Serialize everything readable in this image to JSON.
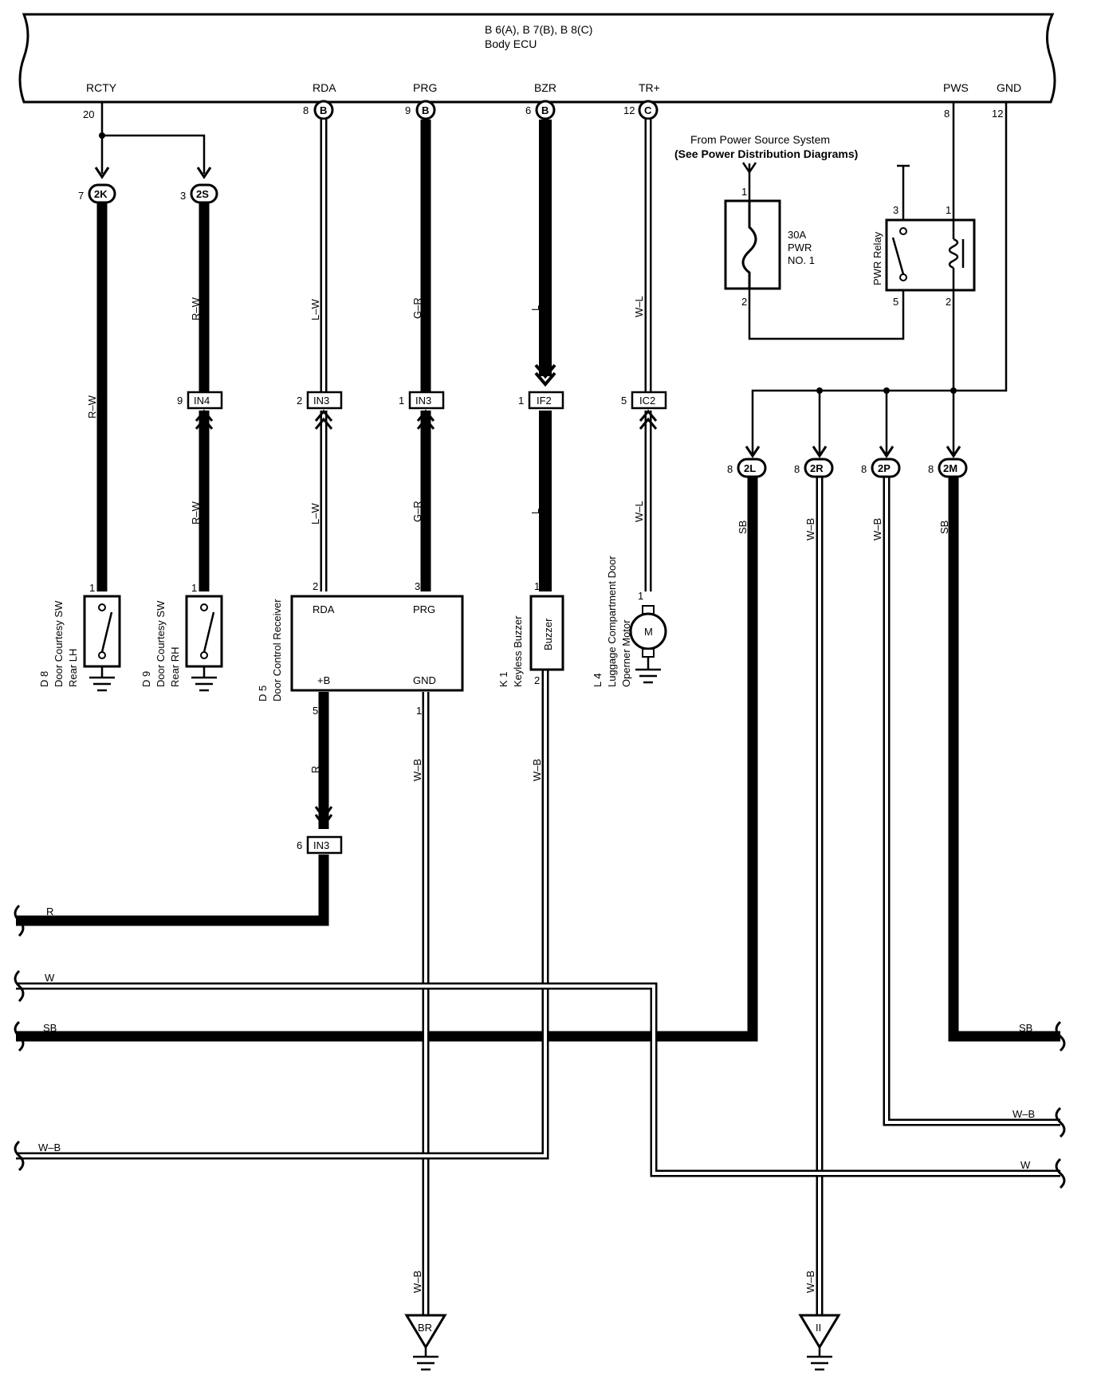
{
  "ecu": {
    "title_line1": "B 6(A), B 7(B), B 8(C)",
    "title_line2": "Body ECU",
    "pins": [
      {
        "name": "RCTY",
        "num": "20",
        "letter": ""
      },
      {
        "name": "RDA",
        "num": "8",
        "letter": "B"
      },
      {
        "name": "PRG",
        "num": "9",
        "letter": "B"
      },
      {
        "name": "BZR",
        "num": "6",
        "letter": "B"
      },
      {
        "name": "TR+",
        "num": "12",
        "letter": "C"
      },
      {
        "name": "PWS",
        "num": "8",
        "letter": ""
      },
      {
        "name": "GND",
        "num": "12",
        "letter": ""
      }
    ]
  },
  "power_note": {
    "line1": "From Power Source System",
    "line2": "(See Power Distribution Diagrams)"
  },
  "fuse": {
    "line1": "30A",
    "line2": "PWR",
    "line3": "NO. 1",
    "pin_top": "1",
    "pin_bottom": "2"
  },
  "relay": {
    "label": "PWR Relay",
    "p3": "3",
    "p1": "1",
    "p5": "5",
    "p2": "2"
  },
  "connectors": {
    "c2K": {
      "id": "2K",
      "pin": "7"
    },
    "c2S": {
      "id": "2S",
      "pin": "3"
    },
    "cIN4": {
      "id": "IN4",
      "pin": "9"
    },
    "cIN3a": {
      "id": "IN3",
      "pin": "2"
    },
    "cIN3b": {
      "id": "IN3",
      "pin": "1"
    },
    "cIF2": {
      "id": "IF2",
      "pin": "1"
    },
    "cIC2": {
      "id": "IC2",
      "pin": "5"
    },
    "cIN3c": {
      "id": "IN3",
      "pin": "6"
    },
    "c2L": {
      "id": "2L",
      "pin": "8"
    },
    "c2R": {
      "id": "2R",
      "pin": "8"
    },
    "c2P": {
      "id": "2P",
      "pin": "8"
    },
    "c2M": {
      "id": "2M",
      "pin": "8"
    }
  },
  "wires": {
    "rw1": "R–W",
    "rw2": "R–W",
    "rw3": "R–W",
    "lw1": "L–W",
    "lw2": "L–W",
    "gr1": "G–R",
    "gr2": "G–R",
    "l1": "L",
    "l2": "L",
    "wl1": "W–L",
    "wl2": "W–L",
    "sb1": "SB",
    "wb1": "W–B",
    "wb2": "W–B",
    "sb2": "SB",
    "r": "R",
    "wb3": "W–B",
    "wb4": "W–B",
    "wb5": "W–B",
    "wb6": "W–B",
    "bus_r": "R",
    "bus_w": "W",
    "bus_sb": "SB",
    "bus_wb": "W–B",
    "right_sb": "SB",
    "right_wb": "W–B",
    "right_w": "W"
  },
  "components": {
    "d8": {
      "line1": "D 8",
      "line2": "Door Courtesy SW",
      "line3": "Rear LH",
      "pin": "1"
    },
    "d9": {
      "line1": "D 9",
      "line2": "Door Courtesy SW",
      "line3": "Rear RH",
      "pin": "1"
    },
    "d5": {
      "line1": "D 5",
      "line2": "Door Control Receiver",
      "rda": "RDA",
      "prg": "PRG",
      "b": "+B",
      "gnd": "GND",
      "p2": "2",
      "p3": "3",
      "p5": "5",
      "p1": "1"
    },
    "k1": {
      "line1": "K 1",
      "line2": "Keyless Buzzer",
      "inner": "Buzzer",
      "p1": "1",
      "p2": "2"
    },
    "l4": {
      "line1": "L 4",
      "line2": "Luggage Compartment Door",
      "line3": "Operner Motor",
      "m": "M",
      "p1": "1"
    }
  },
  "grounds": {
    "br": "BR",
    "ii": "II"
  }
}
